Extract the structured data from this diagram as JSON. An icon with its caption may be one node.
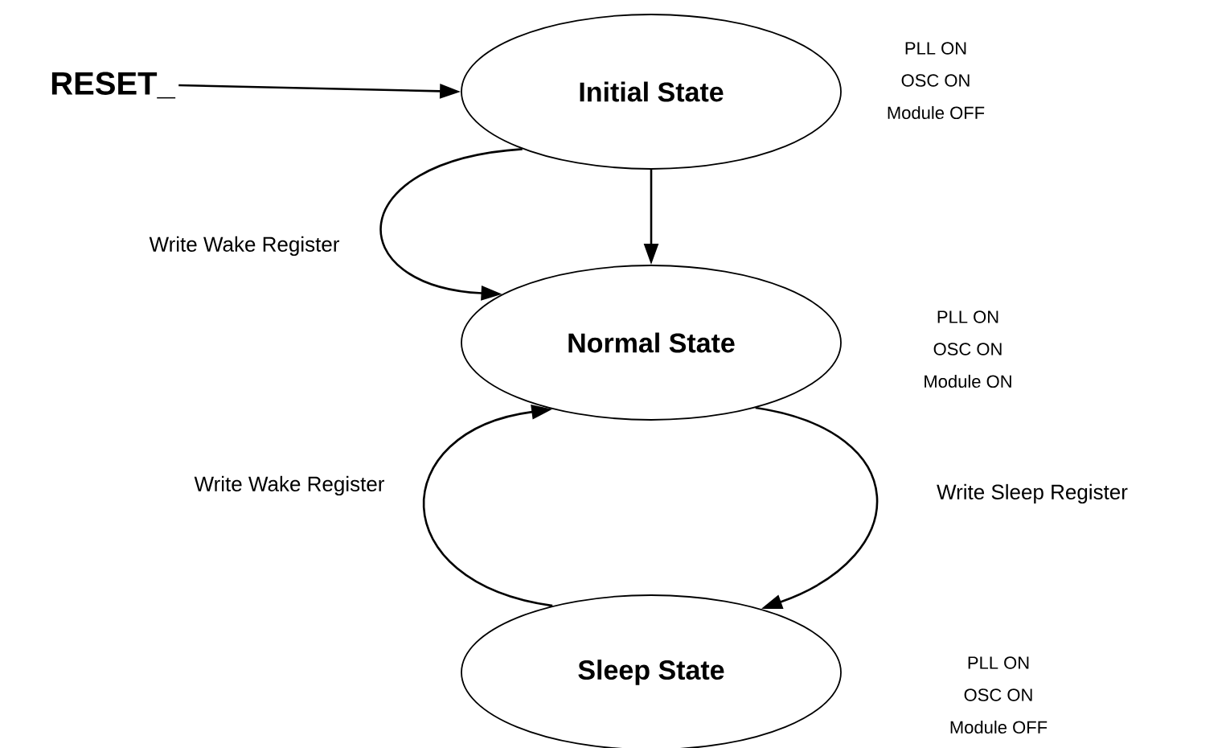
{
  "diagram": {
    "nodes": [
      {
        "text": [
          "RESET_"
        ]
      },
      {
        "text": [
          "Initial State"
        ],
        "beside": [
          "PLL ON",
          "OSC ON",
          "Module OFF"
        ]
      },
      {
        "text": [
          "Normal State"
        ],
        "beside": [
          "PLL ON",
          "OSC ON",
          "Module ON"
        ]
      },
      {
        "text": [
          "Sleep State"
        ],
        "beside": [
          "PLL ON",
          "OSC ON",
          "Module OFF"
        ]
      }
    ],
    "edges": [
      {
        "from": 0,
        "to": 1,
        "arrow": "to"
      },
      {
        "from": 1,
        "to": 2,
        "arrow": "to"
      },
      {
        "from": 1,
        "to": 2,
        "arrow": "to",
        "label": "Write Wake Register"
      },
      {
        "from": 2,
        "to": 3,
        "arrow": "to",
        "label": "Write Sleep Register"
      },
      {
        "from": 3,
        "to": 2,
        "arrow": "to",
        "label": "Write Wake Register"
      }
    ]
  }
}
